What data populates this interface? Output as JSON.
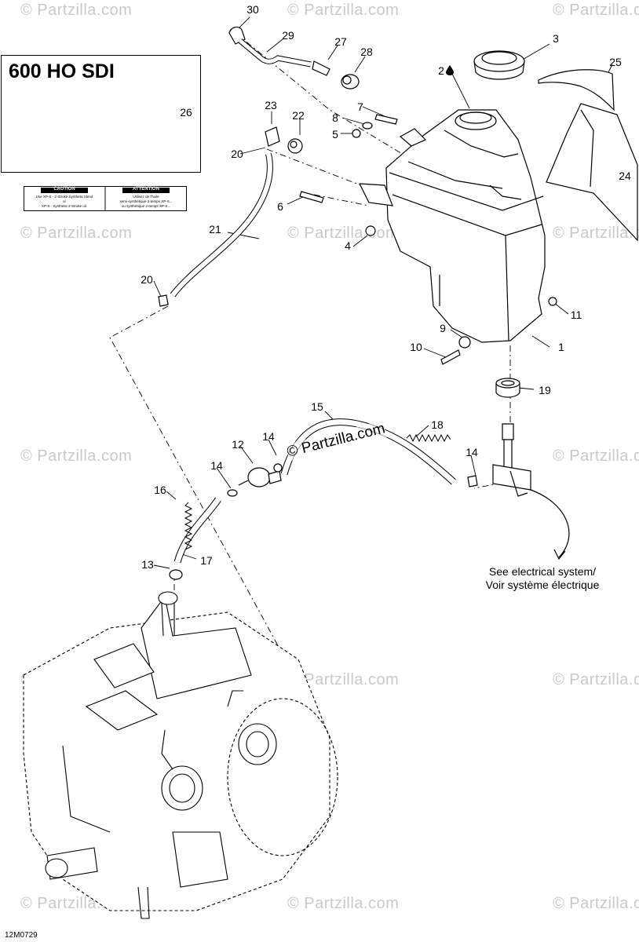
{
  "model_box": {
    "title": "600 HO SDI"
  },
  "warning_labels": {
    "left": {
      "heading": "CAUTION",
      "line1": "Use XP-S - 2-Stroke Synthetic blend",
      "line2": "or",
      "line3": "XP-S - Synthetic 2-Stroke oil."
    },
    "right": {
      "heading": "ATTENTION",
      "line1": "Utilisez de l'huile",
      "line2": "semi-synthétique 2-temps XP-S...",
      "line3": "ou synthétique 2-temps XP-S..."
    }
  },
  "callouts": [
    "30",
    "29",
    "27",
    "28",
    "3",
    "25",
    "2",
    "26",
    "23",
    "22",
    "7",
    "8",
    "5",
    "20",
    "6",
    "24",
    "21",
    "4",
    "20",
    "11",
    "9",
    "1",
    "10",
    "19",
    "15",
    "18",
    "14",
    "12",
    "14",
    "14",
    "16",
    "17",
    "13"
  ],
  "watermark": "© Partzilla.com",
  "brand_stamp": "© Partzilla.com",
  "note": {
    "line1": "See electrical system/",
    "line2": "Voir système électrique"
  },
  "diagram_id": "12M0729",
  "colors": {
    "line": "#000000",
    "watermark": "#c9c9c9",
    "background": "#ffffff"
  }
}
